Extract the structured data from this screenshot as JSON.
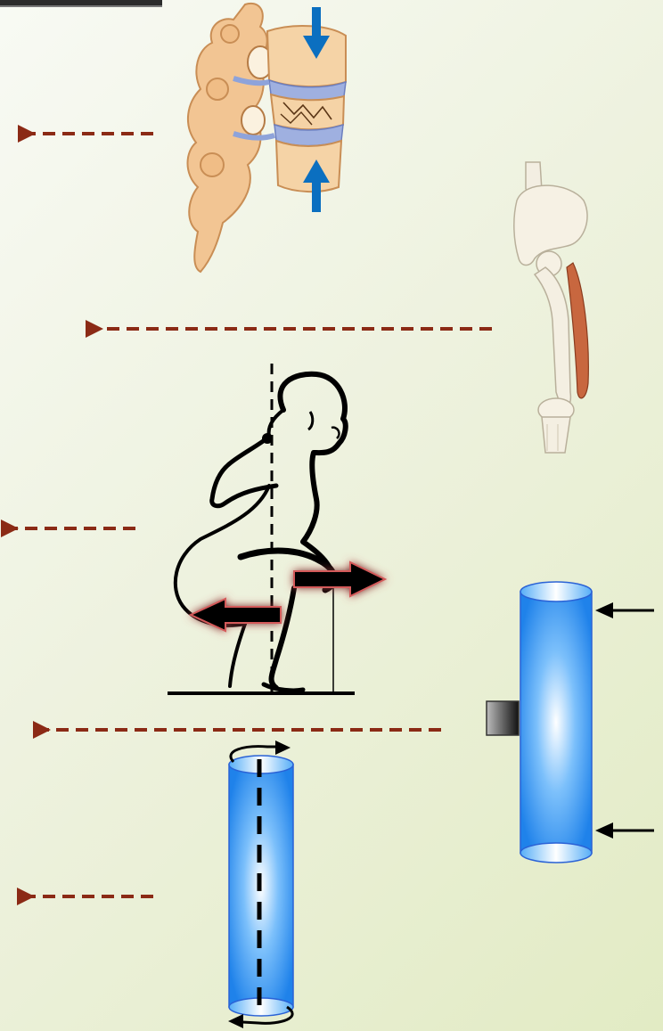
{
  "figures": [
    {
      "name": "spine-vertebrae-compression",
      "icon": "vertebrae-illustration-icon"
    },
    {
      "name": "hip-femur-muscle",
      "icon": "leg-skeleton-illustration-icon"
    },
    {
      "name": "squat-figure",
      "icon": "squatting-person-icon"
    },
    {
      "name": "cylinder-bending",
      "icon": "bending-cylinder-icon"
    },
    {
      "name": "cylinder-torsion",
      "icon": "torsion-cylinder-icon"
    }
  ],
  "colors": {
    "pointer_arrow": "#8b2a15",
    "force_arrow_blue": "#0b6fc0",
    "cylinder_blue": "#2f8fe8",
    "bone": "#f0c89a",
    "force_arrow_black": "#000000"
  }
}
